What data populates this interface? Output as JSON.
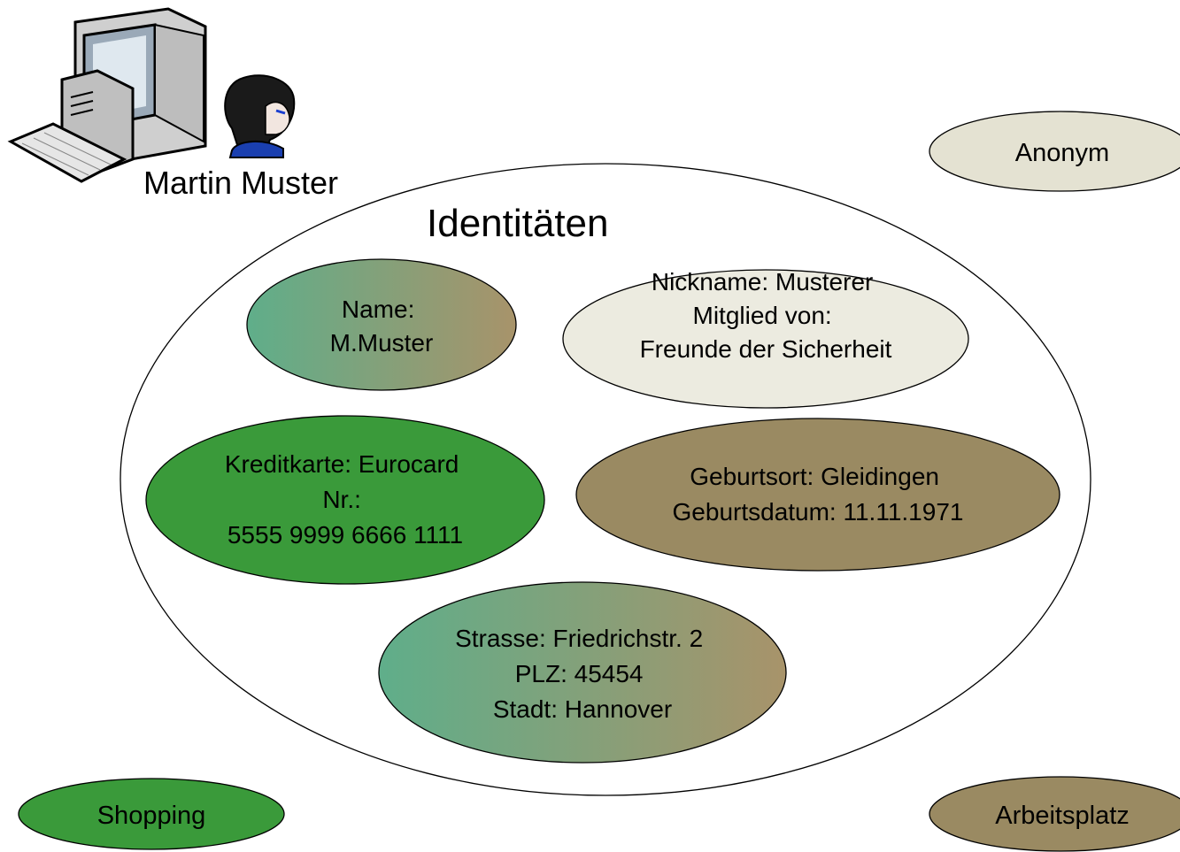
{
  "user": {
    "name": "Martin Muster"
  },
  "main": {
    "title": "Identitäten",
    "bubbles": [
      {
        "id": "name",
        "lines": [
          "Name:",
          "M.Muster"
        ]
      },
      {
        "id": "nickname",
        "lines": [
          "Nickname: Musterer",
          "Mitglied von:",
          "Freunde der Sicherheit"
        ]
      },
      {
        "id": "credit",
        "lines": [
          "Kreditkarte: Eurocard",
          "Nr.:",
          "5555 9999 6666 1111"
        ]
      },
      {
        "id": "birth",
        "lines": [
          "Geburtsort: Gleidingen",
          "Geburtsdatum: 11.11.1971"
        ]
      },
      {
        "id": "address",
        "lines": [
          "Strasse: Friedrichstr. 2",
          "PLZ: 45454",
          "Stadt: Hannover"
        ]
      }
    ]
  },
  "contexts": {
    "anonym": "Anonym",
    "shopping": "Shopping",
    "work": "Arbeitsplatz"
  },
  "colors": {
    "green": "#3a9a3a",
    "olive": "#9a8a62",
    "cream": "#ecebe0",
    "teal_start": "#5fae8a",
    "tan_end": "#a8936a"
  }
}
